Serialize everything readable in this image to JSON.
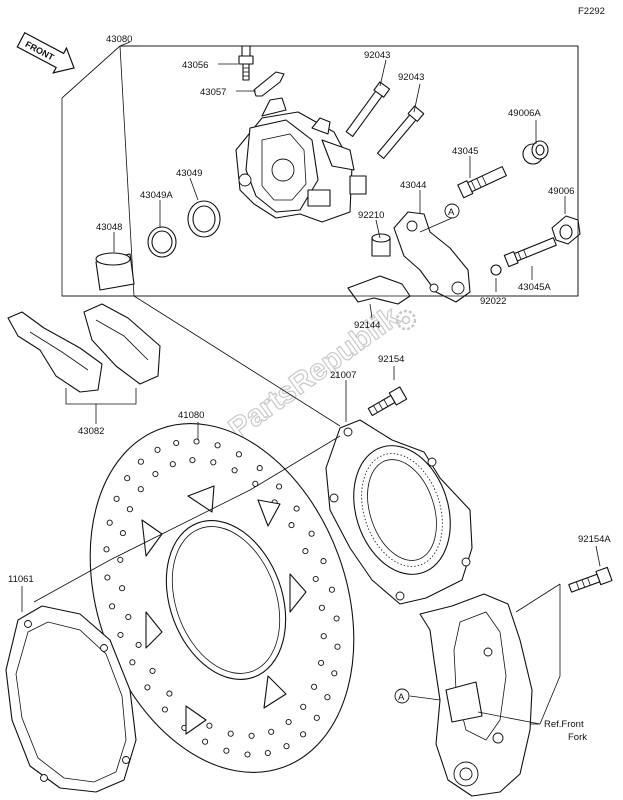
{
  "figure_code": "F2292",
  "front_arrow_label": "FRONT",
  "watermark": "PartsRepublik",
  "ref_marker": "A",
  "part_numbers": {
    "caliper_assembly": "43080",
    "bleeder_valve": "43056",
    "bleeder_cap": "43057",
    "pin_upper": "92043",
    "pin_lower": "92043",
    "dust_boot": "49006A",
    "slide_pin": "43045",
    "holder": "43044",
    "boot": "49006",
    "seal_outer": "43049",
    "seal_inner": "43049A",
    "piston": "43048",
    "bushing": "92210",
    "ring": "92022",
    "slide_pin_b": "43045A",
    "spring": "92144",
    "pads": "43082",
    "bolt_upper": "92154",
    "sensor_rotor": "21007",
    "disc": "41080",
    "gasket": "11061",
    "bolt_lower": "92154A"
  },
  "ref_front_fork": [
    "Ref.Front",
    "Fork"
  ]
}
